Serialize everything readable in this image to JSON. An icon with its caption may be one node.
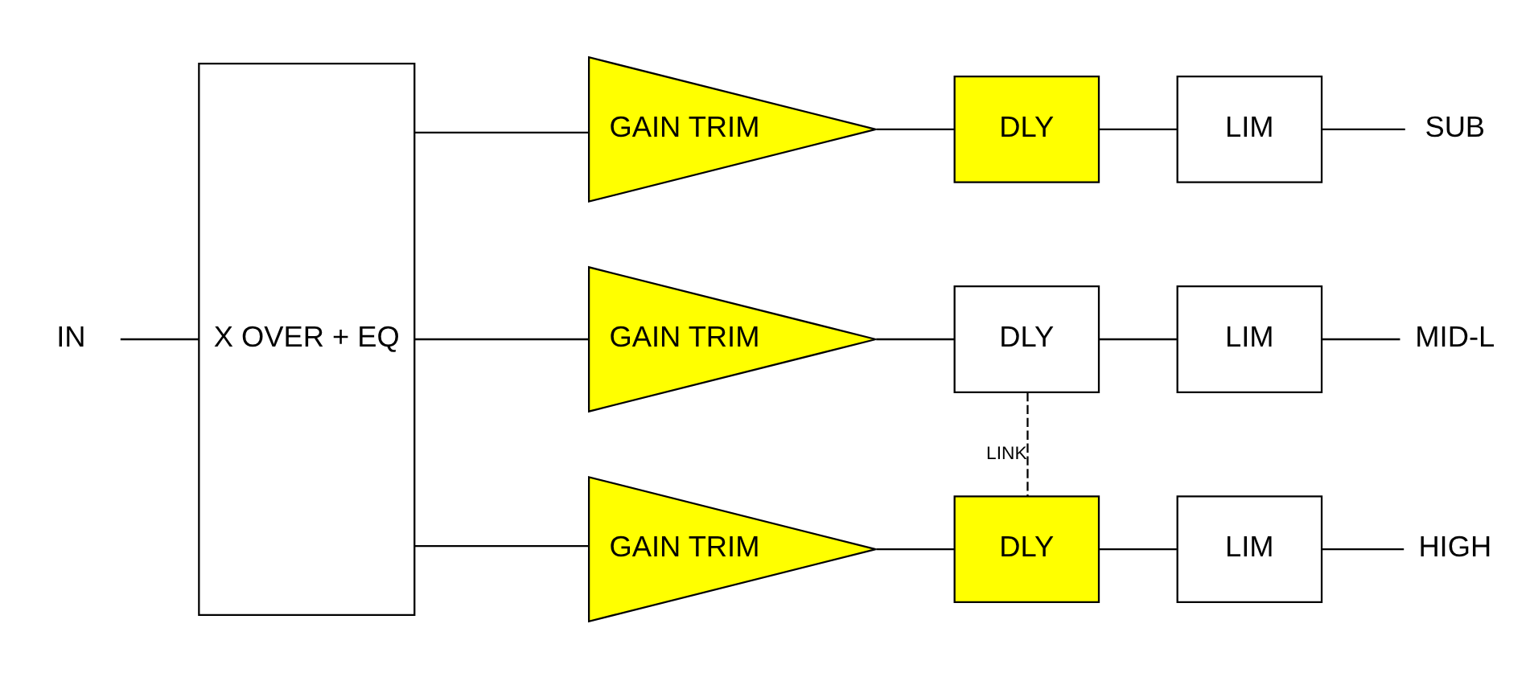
{
  "diagram": {
    "nodes": [
      {
        "text": [
          "IN"
        ]
      },
      {
        "text": [
          "X OVER + EQ"
        ]
      },
      {
        "text": [
          "GAIN TRIM"
        ]
      },
      {
        "text": [
          "DLY"
        ]
      },
      {
        "text": [
          "LIM"
        ]
      },
      {
        "text": [
          "SUB"
        ]
      },
      {
        "text": [
          "GAIN TRIM"
        ]
      },
      {
        "text": [
          "DLY"
        ]
      },
      {
        "text": [
          "LIM"
        ]
      },
      {
        "text": [
          "MID-L"
        ]
      },
      {
        "text": [
          "GAIN TRIM"
        ]
      },
      {
        "text": [
          "DLY"
        ]
      },
      {
        "text": [
          "LIM"
        ]
      },
      {
        "text": [
          "HIGH"
        ]
      }
    ],
    "edges": [
      {
        "from": 0,
        "to": 1,
        "arrow": "none"
      },
      {
        "from": 1,
        "to": 2,
        "arrow": "none"
      },
      {
        "from": 2,
        "to": 3,
        "arrow": "none"
      },
      {
        "from": 3,
        "to": 4,
        "arrow": "none"
      },
      {
        "from": 4,
        "to": 5,
        "arrow": "none"
      },
      {
        "from": 1,
        "to": 6,
        "arrow": "none"
      },
      {
        "from": 6,
        "to": 7,
        "arrow": "none"
      },
      {
        "from": 7,
        "to": 8,
        "arrow": "none"
      },
      {
        "from": 8,
        "to": 9,
        "arrow": "none"
      },
      {
        "from": 1,
        "to": 10,
        "arrow": "none"
      },
      {
        "from": 10,
        "to": 11,
        "arrow": "none"
      },
      {
        "from": 11,
        "to": 12,
        "arrow": "none"
      },
      {
        "from": 12,
        "to": 13,
        "arrow": "none"
      },
      {
        "from": 7,
        "to": 11,
        "arrow": "none",
        "label": "LINK",
        "style": "dashed"
      }
    ]
  }
}
